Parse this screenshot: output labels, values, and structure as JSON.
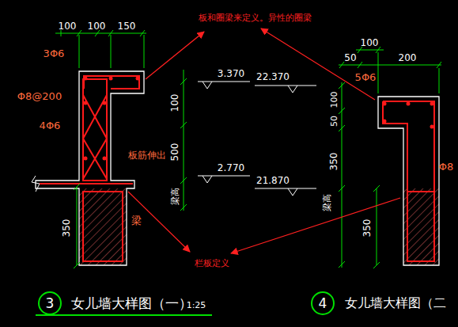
{
  "diagram": {
    "nodes": [
      {
        "text": [
          "3"
        ]
      },
      {
        "text": [
          "4"
        ]
      }
    ],
    "labels": [
      "100",
      "100",
      "150",
      "3Φ6",
      "Φ8@200",
      "4Φ6",
      "板筋伸出",
      "梁",
      "350",
      "3.370",
      "100",
      "500",
      "2.770",
      "梁高",
      "板和圈梁来定义。异性的圈梁",
      "栏板定义",
      "女儿墙大样图（一）",
      "1:25",
      "100",
      "50",
      "200",
      "5Φ6",
      "22.370",
      "100",
      "50",
      "21.870",
      "350",
      "350",
      "梁高",
      "Φ8",
      "女儿墙大样图（二"
    ]
  }
}
